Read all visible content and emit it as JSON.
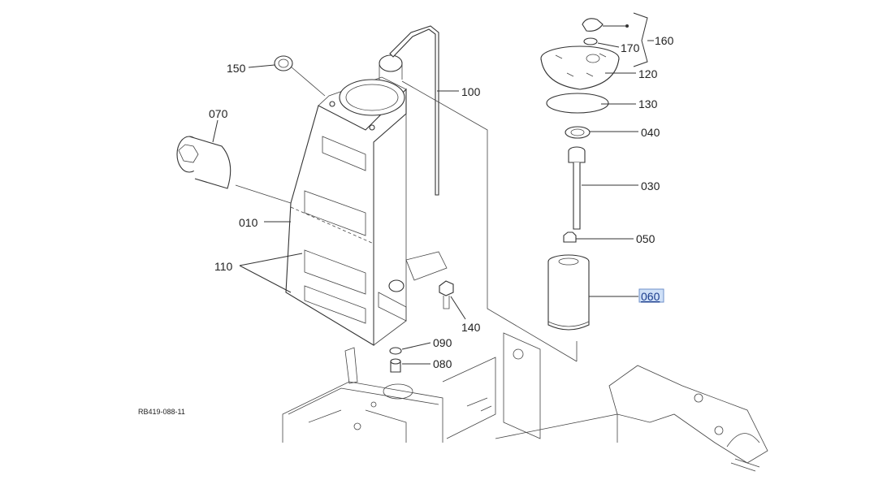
{
  "diagram_ref": "RB419-088-11",
  "labels": {
    "p010": "010",
    "p030": "030",
    "p040": "040",
    "p050": "050",
    "p060": "060",
    "p070": "070",
    "p080": "080",
    "p090": "090",
    "p100": "100",
    "p110": "110",
    "p120": "120",
    "p130": "130",
    "p140": "140",
    "p150": "150",
    "p160": "160",
    "p170": "170"
  },
  "selected_part": "060",
  "colors": {
    "line": "#333333",
    "selected_text": "#1a3c8c",
    "selected_highlight": "#cfe0f7"
  }
}
